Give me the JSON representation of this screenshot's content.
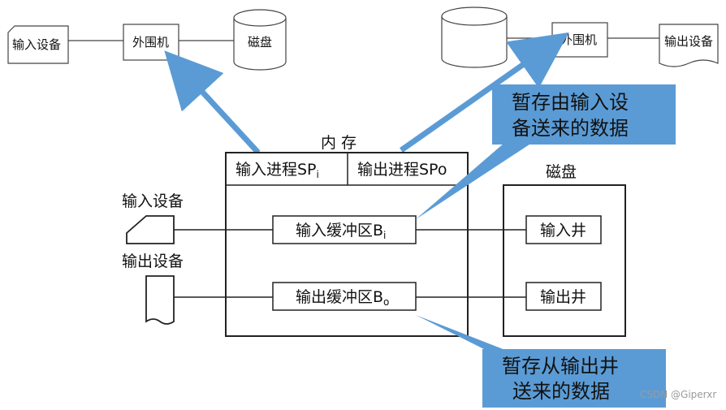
{
  "top_left": {
    "input_device": "输入设备",
    "peripheral": "外围机",
    "disk": "磁盘"
  },
  "top_right": {
    "peripheral": "外围机",
    "output_device": "输出设备"
  },
  "memory": {
    "title": "内 存",
    "input_process": "输入进程SP",
    "input_process_sub": "i",
    "output_process": "输出进程SPo",
    "input_buffer": "输入缓冲区B",
    "input_buffer_sub": "i",
    "output_buffer": "输出缓冲区B",
    "output_buffer_sub": "o"
  },
  "left_devices": {
    "input_label": "输入设备",
    "output_label": "输出设备"
  },
  "disk": {
    "title": "磁盘",
    "input_well": "输入井",
    "output_well": "输出井"
  },
  "callouts": {
    "upper_line1": "暂存由输入设",
    "upper_line2": "备送来的数据",
    "lower_line1": "暂存从输出井",
    "lower_line2": "送来的数据"
  },
  "watermark": "CSDN @Giperxr",
  "colors": {
    "arrow_blue": "#5b9bd5",
    "callout_fill": "#5b9bd5",
    "line": "#222222"
  }
}
